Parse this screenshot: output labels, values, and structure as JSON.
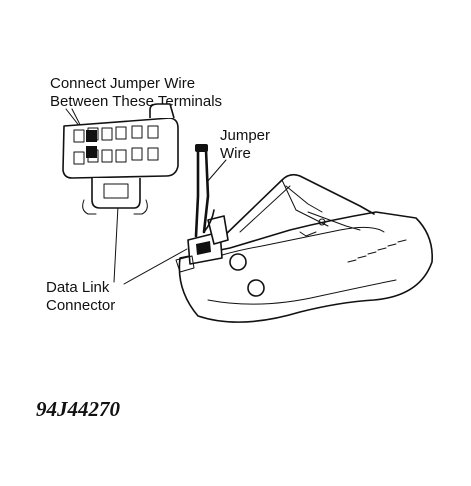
{
  "labels": {
    "connect_line1": "Connect Jumper Wire",
    "connect_line2": "Between These Terminals",
    "jumper_line1": "Jumper",
    "jumper_line2": "Wire",
    "dlc_line1": "Data Link",
    "dlc_line2": "Connector"
  },
  "figure_id": "94J44270"
}
